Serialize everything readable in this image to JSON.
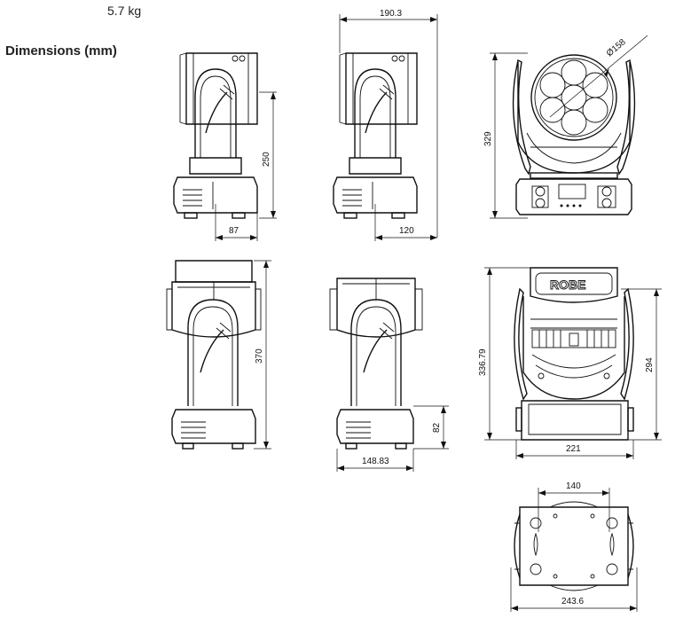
{
  "product": {
    "weight": "5.7 kg"
  },
  "section": {
    "title": "Dimensions (mm)"
  },
  "brand": {
    "logo_text": "ROBE"
  },
  "dimensions": {
    "d_190_3": "190.3",
    "d_158": "Ø158",
    "d_250": "250",
    "d_87": "87",
    "d_120": "120",
    "d_329": "329",
    "d_370": "370",
    "d_82": "82",
    "d_148_83": "148.83",
    "d_336_79": "336.79",
    "d_294": "294",
    "d_221": "221",
    "d_140": "140",
    "d_243_6": "243.6"
  }
}
